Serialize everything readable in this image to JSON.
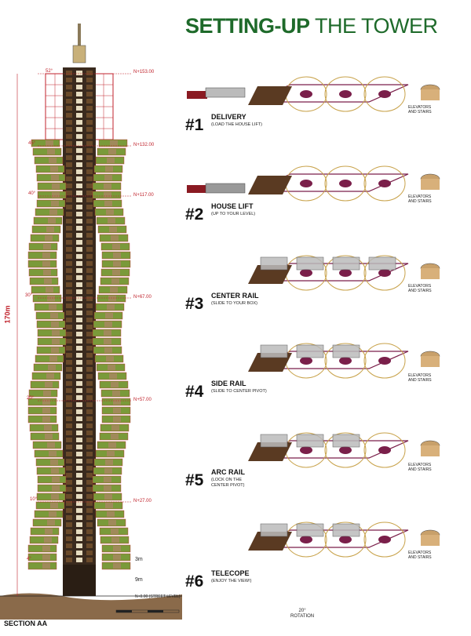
{
  "title": {
    "bold": "SETTING-UP",
    "rest": "THE TOWER"
  },
  "section_label": "SECTION AA",
  "height_label": "170m",
  "street_label": "N+0.00 (STREET LEVEL)",
  "floor_labels": [
    "52°",
    "45°",
    "40°",
    "30°",
    "20°",
    "10°",
    "4°"
  ],
  "elevations": [
    "N+153.00",
    "N+132.00",
    "N+117.00",
    "N+67.00",
    "N+57.00",
    "N+27.00"
  ],
  "base_dims": [
    "3m",
    "9m"
  ],
  "steps": [
    {
      "num": "#1",
      "label": "DELIVERY",
      "sub": "(LOAD THE HOUSE LIFT)"
    },
    {
      "num": "#2",
      "label": "HOUSE LIFT",
      "sub": "(UP TO YOUR LEVEL)"
    },
    {
      "num": "#3",
      "label": "CENTER RAIL",
      "sub": "(SLIDE TO YOUR BOX)"
    },
    {
      "num": "#4",
      "label": "SIDE RAIL",
      "sub": "(SLIDE TO CENTER PIVOT)"
    },
    {
      "num": "#5",
      "label": "ARC RAIL",
      "sub": "(LOCK ON THE\nCENTER PIVOT)"
    },
    {
      "num": "#6",
      "label": "TELECOPE",
      "sub": "(ENJOY THE VIEW!)"
    }
  ],
  "elevators_label": "ELEVATORS\nAND STAIRS",
  "rotation_label": "20°\nROTATION",
  "colors": {
    "title": "#1e6a2a",
    "accent": "#c0232c",
    "rail": "#7a1f4a",
    "core": "#3a2a1e",
    "green": "#7a9a3a",
    "box": "#a08a5a"
  }
}
